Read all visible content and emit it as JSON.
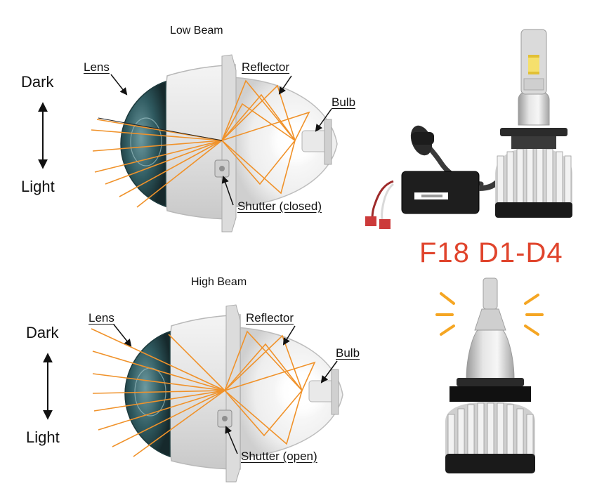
{
  "low_beam": {
    "title": "Low Beam",
    "dark_label": "Dark",
    "light_label": "Light",
    "lens_label": "Lens",
    "reflector_label": "Reflector",
    "bulb_label": "Bulb",
    "shutter_label": "Shutter (closed)"
  },
  "high_beam": {
    "title": "High Beam",
    "dark_label": "Dark",
    "light_label": "Light",
    "lens_label": "Lens",
    "reflector_label": "Reflector",
    "bulb_label": "Bulb",
    "shutter_label": "Shutter (open)"
  },
  "product": {
    "model": "F18 D1-D4"
  },
  "colors": {
    "beam": "#f0922a",
    "brand": "#e0442c"
  }
}
